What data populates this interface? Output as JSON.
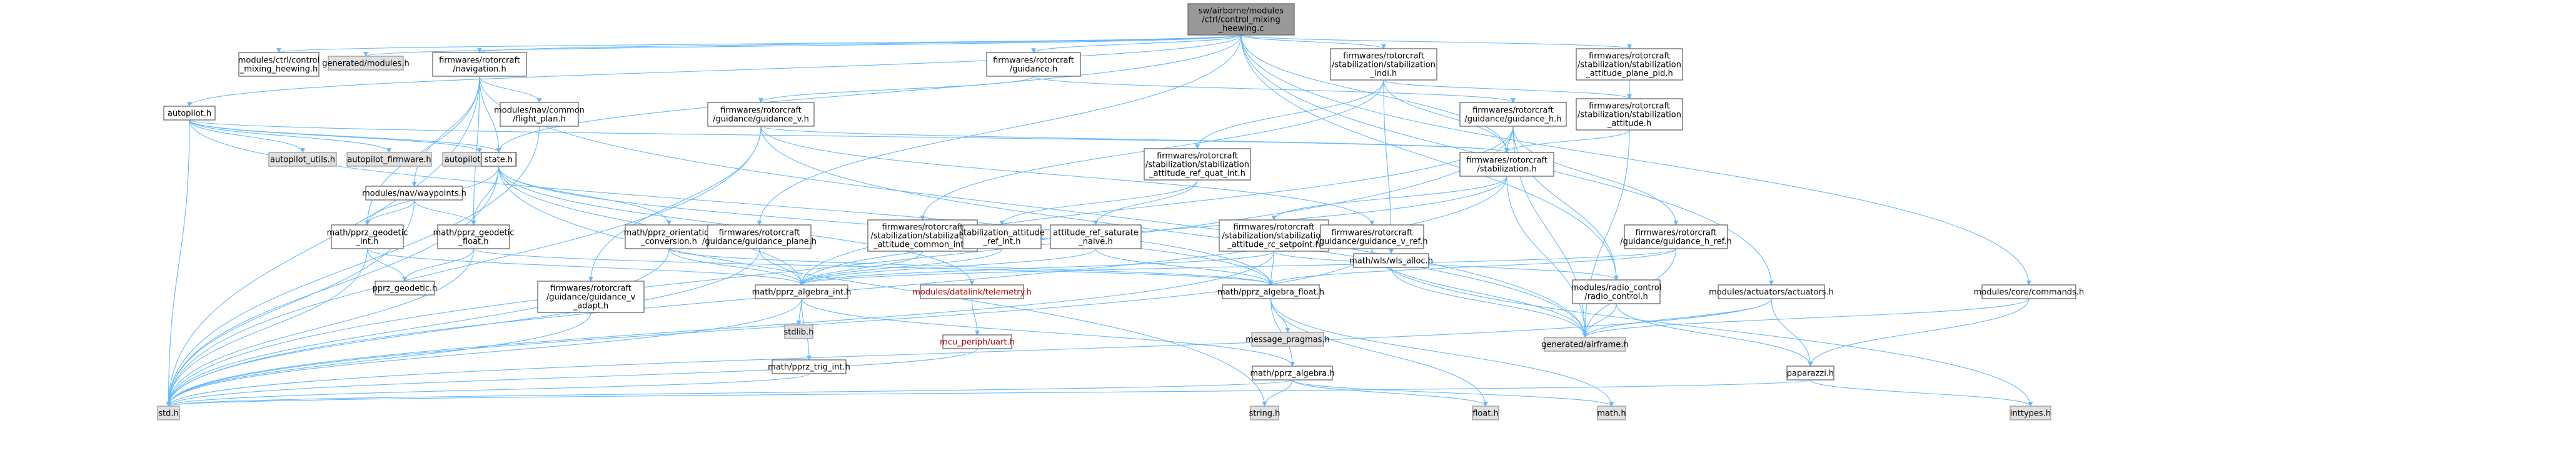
{
  "title": "sw/airborne/modules/ctrl/control_mixing_heewing.c include dependency graph",
  "colors": {
    "edge": "#63b8ff",
    "node_border": "#666666",
    "root_fill": "#999999",
    "system_fill": "#e0e0e0",
    "file_fill": "#ffffff",
    "missing_text": "#b00000"
  },
  "nodes": {
    "root": [
      "sw/airborne/modules",
      "/ctrl/control_mixing",
      "_heewing.c"
    ],
    "control_mixing_h": [
      "modules/ctrl/control",
      "_mixing_heewing.h"
    ],
    "generated_modules": [
      "generated/modules.h"
    ],
    "navigation": [
      "firmwares/rotorcraft",
      "/navigation.h"
    ],
    "guidance": [
      "firmwares/rotorcraft",
      "/guidance.h"
    ],
    "stab_indi": [
      "firmwares/rotorcraft",
      "/stabilization/stabilization",
      "_indi.h"
    ],
    "stab_att_plane_pid": [
      "firmwares/rotorcraft",
      "/stabilization/stabilization",
      "_attitude_plane_pid.h"
    ],
    "autopilot": [
      "autopilot.h"
    ],
    "flight_plan": [
      "modules/nav/common",
      "/flight_plan.h"
    ],
    "guidance_v": [
      "firmwares/rotorcraft",
      "/guidance/guidance_v.h"
    ],
    "guidance_h": [
      "firmwares/rotorcraft",
      "/guidance/guidance_h.h"
    ],
    "stab_attitude": [
      "firmwares/rotorcraft",
      "/stabilization/stabilization",
      "_attitude.h"
    ],
    "autopilot_utils": [
      "autopilot_utils.h"
    ],
    "autopilot_firmware": [
      "autopilot_firmware.h"
    ],
    "autopilot_static": [
      "autopilot_static.h"
    ],
    "state": [
      "state.h"
    ],
    "waypoints": [
      "modules/nav/waypoints.h"
    ],
    "stab_ref_quat_int": [
      "firmwares/rotorcraft",
      "/stabilization/stabilization",
      "_attitude_ref_quat_int.h"
    ],
    "stabilization": [
      "firmwares/rotorcraft",
      "/stabilization.h"
    ],
    "geodetic_int": [
      "math/pprz_geodetic",
      "_int.h"
    ],
    "geodetic_float": [
      "math/pprz_geodetic",
      "_float.h"
    ],
    "orientation_conv": [
      "math/pprz_orientation",
      "_conversion.h"
    ],
    "guidance_plane": [
      "firmwares/rotorcraft",
      "/guidance/guidance_plane.h"
    ],
    "stab_att_common_int": [
      "firmwares/rotorcraft",
      "/stabilization/stabilization",
      "_attitude_common_int.h"
    ],
    "stab_att_ref_int": [
      "stabilization_attitude",
      "_ref_int.h"
    ],
    "att_ref_saturate": [
      "attitude_ref_saturate",
      "_naive.h"
    ],
    "stab_rc_setpoint": [
      "firmwares/rotorcraft",
      "/stabilization/stabilization",
      "_attitude_rc_setpoint.h"
    ],
    "guidance_v_ref": [
      "firmwares/rotorcraft",
      "/guidance/guidance_v_ref.h"
    ],
    "wls_alloc": [
      "math/wls/wls_alloc.h"
    ],
    "guidance_h_ref": [
      "firmwares/rotorcraft",
      "/guidance/guidance_h_ref.h"
    ],
    "pprz_geodetic": [
      "pprz_geodetic.h"
    ],
    "guidance_v_adapt": [
      "firmwares/rotorcraft",
      "/guidance/guidance_v",
      "_adapt.h"
    ],
    "algebra_int": [
      "math/pprz_algebra_int.h"
    ],
    "telemetry": [
      "modules/datalink/telemetry.h"
    ],
    "algebra_float": [
      "math/pprz_algebra_float.h"
    ],
    "radio_control": [
      "modules/radio_control",
      "/radio_control.h"
    ],
    "actuators": [
      "modules/actuators/actuators.h"
    ],
    "core_commands": [
      "modules/core/commands.h"
    ],
    "stdlib": [
      "stdlib.h"
    ],
    "trig_int": [
      "math/pprz_trig_int.h"
    ],
    "uart": [
      "mcu_periph/uart.h"
    ],
    "message_pragmas": [
      "message_pragmas.h"
    ],
    "generated_airframe": [
      "generated/airframe.h"
    ],
    "algebra": [
      "math/pprz_algebra.h"
    ],
    "paparazzi": [
      "paparazzi.h"
    ],
    "std": [
      "std.h"
    ],
    "string": [
      "string.h"
    ],
    "float": [
      "float.h"
    ],
    "math": [
      "math.h"
    ],
    "inttypes": [
      "inttypes.h"
    ]
  }
}
